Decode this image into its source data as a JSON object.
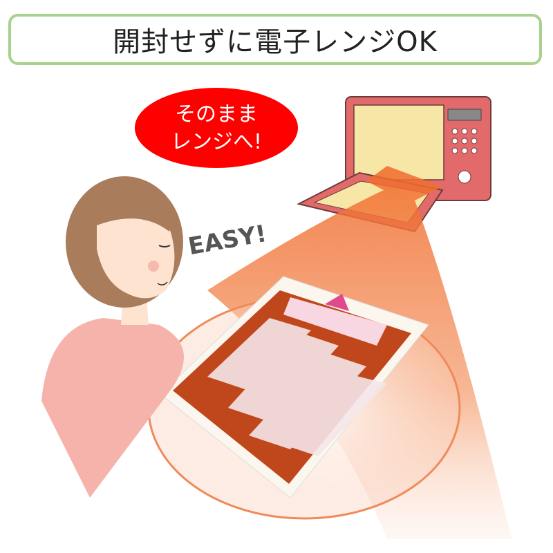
{
  "banner": {
    "title": "開封せずに電子レンジOK"
  },
  "speech_bubble": {
    "line1": "そのまま",
    "line2": "レンジへ!",
    "color": "#ff0000"
  },
  "exclamation": "EASY!",
  "colors": {
    "banner_border": "#a9d18e",
    "beam": "#f07a3a",
    "package_sauce": "#c0461c"
  }
}
